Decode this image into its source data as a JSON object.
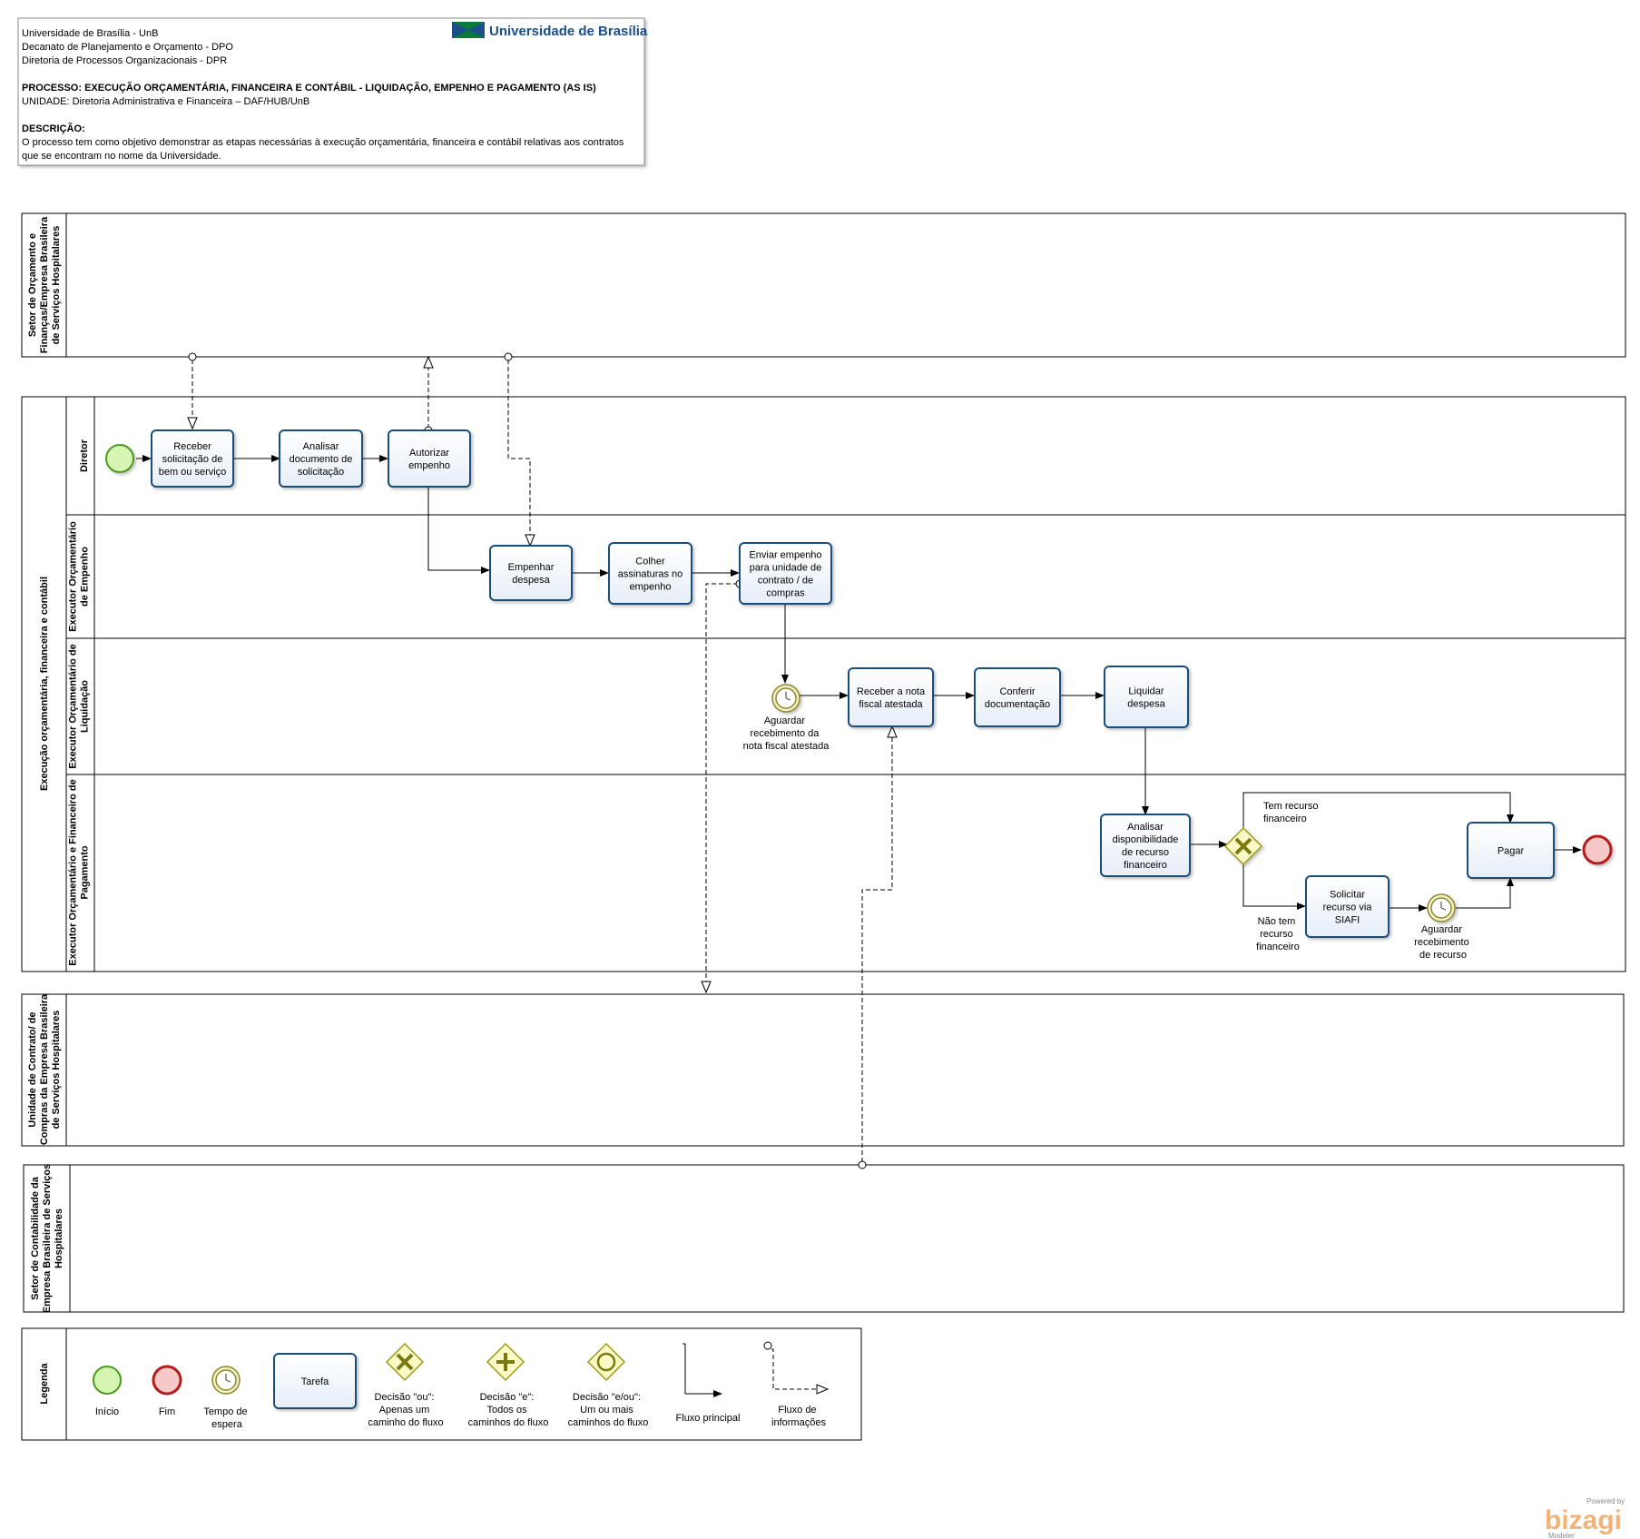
{
  "header": {
    "lines": [
      "Universidade de Brasília - UnB",
      "Decanato de Planejamento e Orçamento - DPO",
      "Diretoria de Processos Organizacionais - DPR"
    ],
    "process": "PROCESSO: EXECUÇÃO ORÇAMENTÁRIA, FINANCEIRA E CONTÁBIL - LIQUIDAÇÃO, EMPENHO E PAGAMENTO (AS IS)",
    "unit": "UNIDADE: Diretoria Administrativa e Financeira – DAF/HUB/UnB",
    "desc_title": "DESCRIÇÃO:",
    "desc_line1": "O processo tem como objetivo demonstrar as etapas necessárias à execução orçamentária, financeira e contábil relativas aos contratos",
    "desc_line2": "que se encontram no nome da Universidade.",
    "logo_text": "Universidade de Brasília"
  },
  "pools": {
    "setor_orcamento": [
      "Setor de Orçamento e",
      "Finanças/Empresa Brasileira",
      "de Serviços Hospitalares"
    ],
    "execucao": "Execução orçamentária, financeira e contábil",
    "unidade_contrato": [
      "Unidade de Contrato/ de",
      "Compras da Empresa Brasileira",
      "de Serviços Hospitalares"
    ],
    "setor_contabilidade": [
      "Setor de Contabilidade da",
      "Empresa Brasileira de Serviços",
      "Hospitalares"
    ],
    "legenda": "Legenda"
  },
  "lanes": {
    "diretor": [
      "Diretor"
    ],
    "empenho": [
      "Executor Orçamentário",
      "de Empenho"
    ],
    "liquidacao": [
      "Executor Orçamentário de",
      "Liquidação"
    ],
    "pagamento": [
      "Executor Orçamentário e Financeiro de",
      "Pagamento"
    ]
  },
  "tasks": {
    "receber_solicitacao": [
      "Receber",
      "solicitação de",
      "bem ou serviço"
    ],
    "analisar_documento": [
      "Analisar",
      "documento de",
      "solicitação"
    ],
    "autorizar_empenho": [
      "Autorizar",
      "empenho"
    ],
    "empenhar_despesa": [
      "Empenhar",
      "despesa"
    ],
    "colher_assinaturas": [
      "Colher",
      "assinaturas no",
      "empenho"
    ],
    "enviar_empenho": [
      "Enviar empenho",
      "para unidade de",
      "contrato / de",
      "compras"
    ],
    "receber_nota": [
      "Receber a nota",
      "fiscal atestada"
    ],
    "conferir_documentacao": [
      "Conferir",
      "documentação"
    ],
    "liquidar_despesa": [
      "Liquidar",
      "despesa"
    ],
    "analisar_disponibilidade": [
      "Analisar",
      "disponibilidade",
      "de recurso",
      "financeiro"
    ],
    "solicitar_recurso": [
      "Solicitar",
      "recurso via",
      "SIAFI"
    ],
    "pagar": [
      "Pagar"
    ]
  },
  "labels": {
    "aguardar_nota": [
      "Aguardar",
      "recebimento da",
      "nota fiscal atestada"
    ],
    "tem_recurso": [
      "Tem recurso",
      "financeiro"
    ],
    "nao_tem_recurso": [
      "Não tem",
      "recurso",
      "financeiro"
    ],
    "aguardar_recurso": [
      "Aguardar",
      "recebimento",
      "de recurso"
    ]
  },
  "legend": {
    "inicio": [
      "Início"
    ],
    "fim": [
      "Fim"
    ],
    "tempo": [
      "Tempo de",
      "espera"
    ],
    "tarefa": [
      "Tarefa"
    ],
    "decisao_ou": [
      "Decisão \"ou\":",
      "Apenas um",
      "caminho do fluxo"
    ],
    "decisao_e": [
      "Decisão \"e\":",
      "Todos os",
      "caminhos do fluxo"
    ],
    "decisao_eou": [
      "Decisão \"e/ou\":",
      "Um ou mais",
      "caminhos do fluxo"
    ],
    "fluxo_principal": [
      "Fluxo principal"
    ],
    "fluxo_info": [
      "Fluxo de",
      "informações"
    ]
  },
  "footer": {
    "powered": "Powered by",
    "brand": "bizagi",
    "product": "Modeler"
  },
  "colors": {
    "task_fill": "#f3f7fc",
    "task_stroke": "#1f4e79",
    "start_fill": "#d6f5b5",
    "start_stroke": "#4c9a1a",
    "end_fill": "#f6c8c8",
    "end_stroke": "#b71c1c",
    "gateway_fill": "#f9f9c5",
    "gateway_stroke": "#9a9a1a"
  }
}
